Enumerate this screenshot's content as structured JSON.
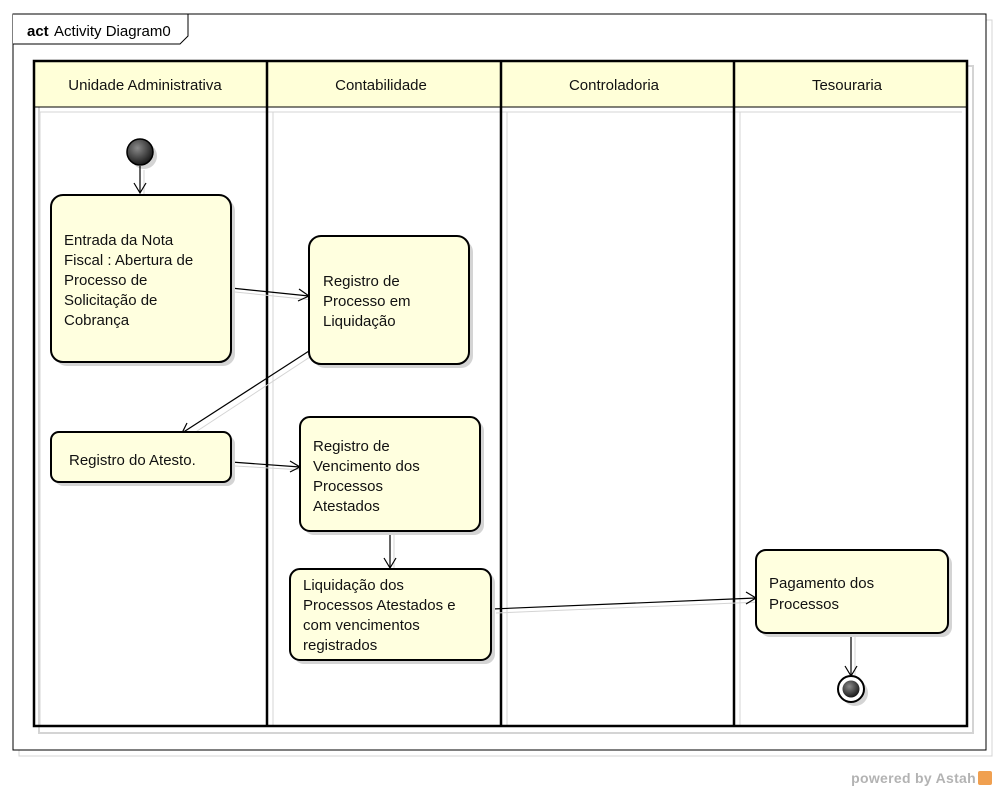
{
  "frame": {
    "keyword": "act",
    "name": "Activity Diagram0"
  },
  "lanes": [
    {
      "id": "lane1",
      "label": "Unidade Administrativa"
    },
    {
      "id": "lane2",
      "label": "Contabilidade"
    },
    {
      "id": "lane3",
      "label": "Controladoria"
    },
    {
      "id": "lane4",
      "label": "Tesouraria"
    }
  ],
  "nodes": {
    "entrada": {
      "lines": [
        "Entrada da Nota",
        "Fiscal : Abertura de",
        "Processo de",
        "Solicitação de",
        "Cobrança"
      ]
    },
    "registro_processo": {
      "lines": [
        "Registro de",
        "Processo em",
        "Liquidação"
      ]
    },
    "atesto": {
      "lines": [
        "Registro do Atesto."
      ]
    },
    "vencimento": {
      "lines": [
        "Registro de",
        "Vencimento dos",
        "Processos",
        "Atestados"
      ]
    },
    "liquidacao": {
      "lines": [
        "Liquidação dos",
        "Processos Atestados e",
        "com vencimentos",
        "registrados"
      ]
    },
    "pagamento": {
      "lines": [
        "Pagamento dos",
        "Processos"
      ]
    }
  },
  "watermark": {
    "text": "powered by Astah"
  },
  "colors": {
    "node_fill": "#ffffdf",
    "lane_header_fill": "#ffffd8",
    "line": "#000000",
    "shadow": "#d4d4d4"
  }
}
